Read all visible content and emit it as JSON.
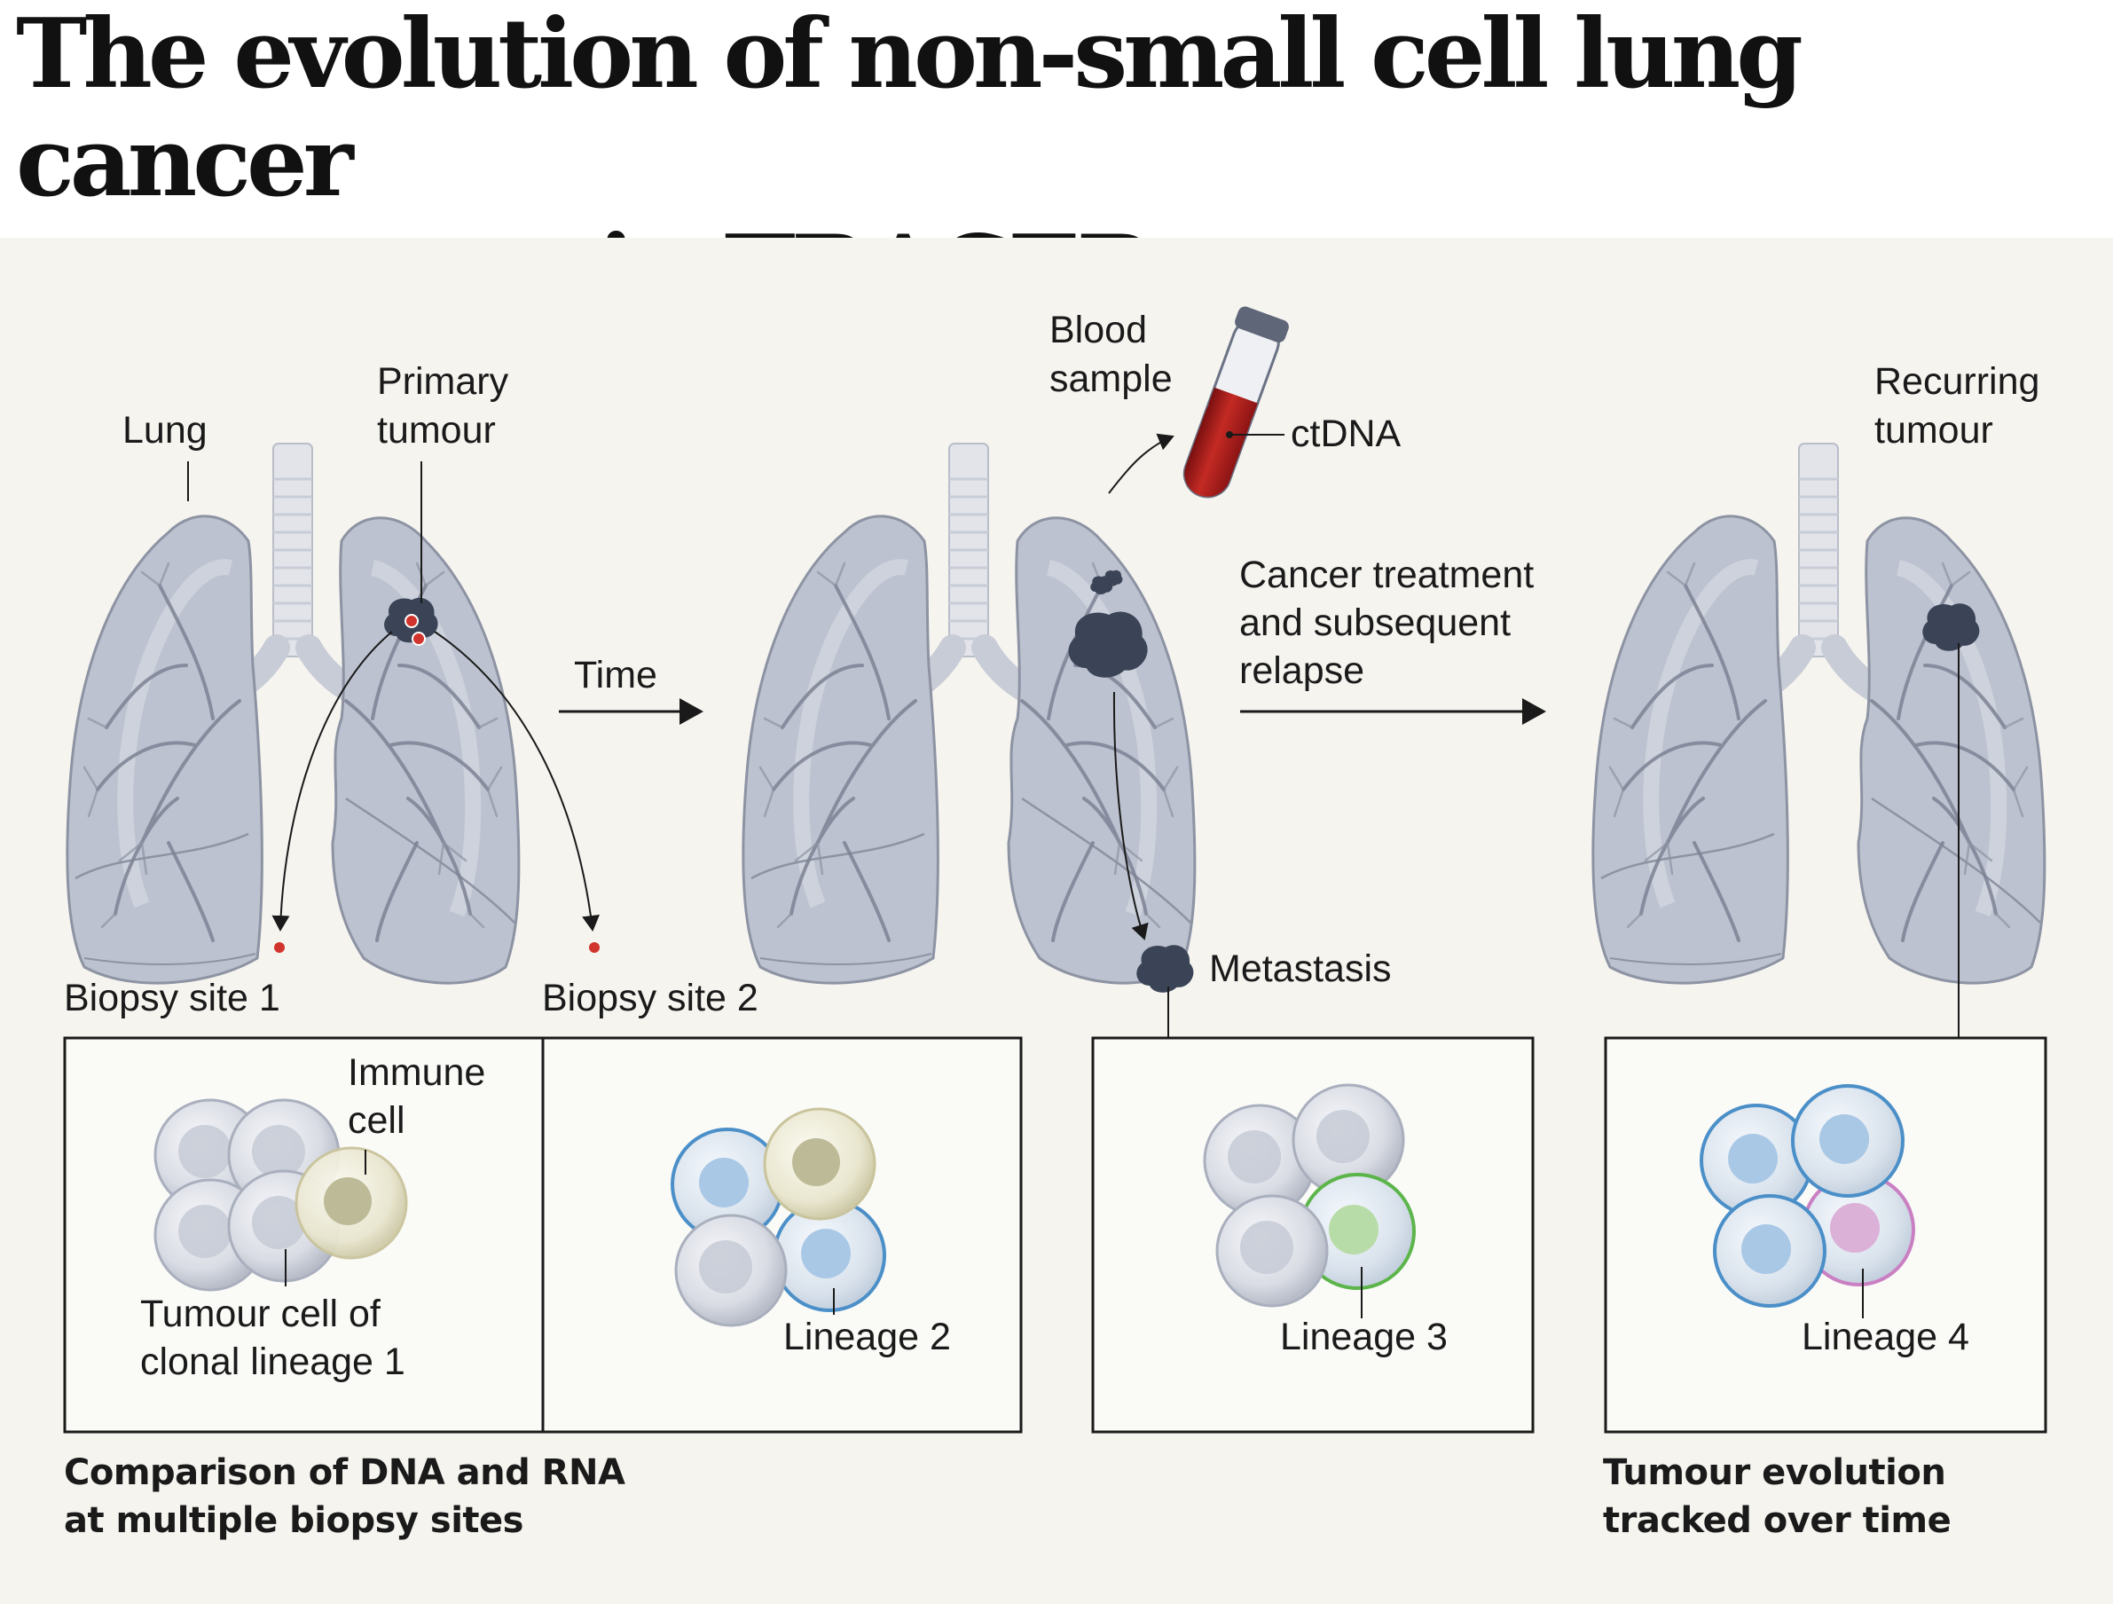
{
  "title": {
    "line1": "The evolution of non-small cell lung cancer",
    "line2": "metastases in TRACERx"
  },
  "labels": {
    "lung": "Lung",
    "primary_tumour_1": "Primary",
    "primary_tumour_2": "tumour",
    "time": "Time",
    "blood_sample_1": "Blood",
    "blood_sample_2": "sample",
    "ctdna": "ctDNA",
    "treatment_1": "Cancer treatment",
    "treatment_2": "and subsequent",
    "treatment_3": "relapse",
    "recurring_1": "Recurring",
    "recurring_2": "tumour",
    "biopsy_site_1": "Biopsy site 1",
    "biopsy_site_2": "Biopsy site 2",
    "metastasis": "Metastasis",
    "immune_cell_1": "Immune",
    "immune_cell_2": "cell",
    "tumour_cell_1": "Tumour cell of",
    "tumour_cell_2": "clonal lineage 1",
    "lineage_2": "Lineage 2",
    "lineage_3": "Lineage 3",
    "lineage_4": "Lineage 4"
  },
  "captions": {
    "comparison_1": "Comparison of DNA and RNA",
    "comparison_2": "at multiple biopsy sites",
    "evolution_1": "Tumour evolution",
    "evolution_2": "tracked over time"
  },
  "colors": {
    "background": "#f5f4ef",
    "lung_fill": "#b9bfcc",
    "tumour": "#3a4456",
    "biopsy_dot": "#d0342c",
    "blood": "#a81c1c",
    "lineage_1_cell": "#c9ccd6",
    "lineage_2_outline": "#4b8fc8",
    "lineage_3_outline": "#5cb54a",
    "lineage_4_outline": "#c97fc2",
    "immune_cell": "#d9d6b4"
  }
}
